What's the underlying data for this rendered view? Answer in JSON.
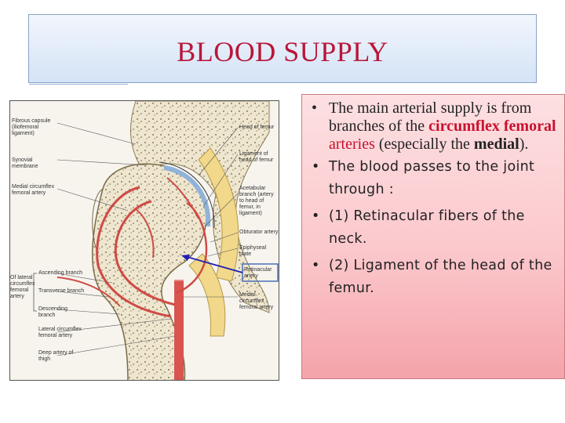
{
  "slide": {
    "title": "BLOOD SUPPLY",
    "colors": {
      "title": "#b8173a",
      "highlight": "#c8102e",
      "text_box_top": "#fde0e2",
      "text_box_bottom": "#f4a3aa",
      "arrow": "#1f1fb5"
    }
  },
  "bullets": {
    "b1": {
      "p1": "The main arterial supply is from branches of the ",
      "p2": "circumflex femoral",
      "p3": " arteries",
      "p4": " (especially the ",
      "p5": "medial",
      "p6": ")."
    },
    "b2": "The blood passes to the joint through :",
    "b3": "(1) Retinacular fibers of the neck.",
    "b4": "(2) Ligament of the head of the femur.",
    "bullet_char": "•"
  },
  "figure": {
    "labels": {
      "fibrous_capsule": "Fibrous capsule (iliofemoral ligament)",
      "synovial_membrane": "Synovial membrane",
      "medial_circumflex_artery": "Medial circumflex femoral artery",
      "of_lateral_circumflex": "Of lateral circumflex femoral artery",
      "ascending_branch": "Ascending branch",
      "transverse_branch": "Transverse branch",
      "descending_branch": "Descending branch",
      "lateral_circumflex_artery": "Lateral circumflex femoral artery",
      "deep_artery_thigh": "Deep artery of thigh",
      "head_of_femur": "Head of femur",
      "ligament_head": "Ligament of head of femur",
      "acetabular_branch": "Acetabular branch (artery to head of femur, in ligament)",
      "obturator_artery": "Obturator artery",
      "epiphyseal_plate": "Epiphyseal plate",
      "retinacular_artery": "Retinacular artery",
      "medial_circumflex_right": "Medial circumflex femoral artery"
    }
  }
}
